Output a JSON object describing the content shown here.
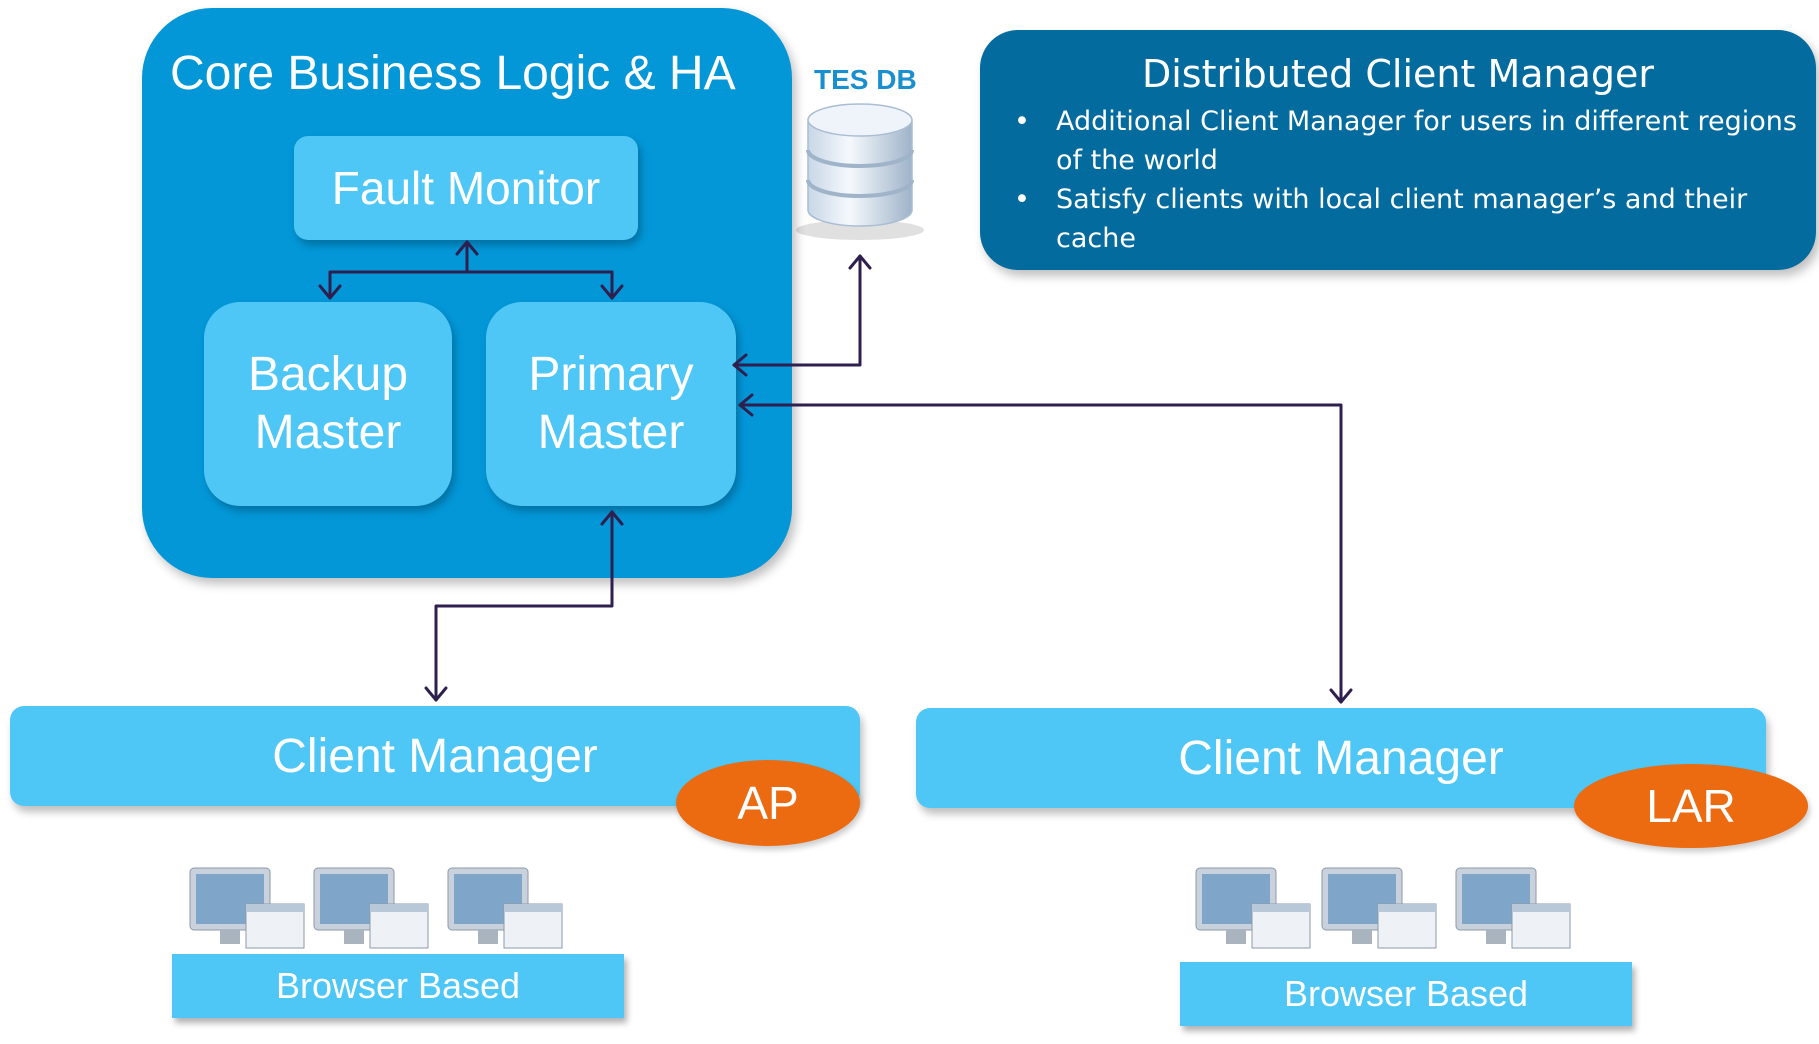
{
  "core": {
    "title": "Core Business Logic & HA",
    "fault_monitor": "Fault Monitor",
    "backup_master": "Backup Master",
    "primary_master": "Primary Master"
  },
  "database": {
    "label": "TES DB",
    "icon": "database-icon"
  },
  "distributed": {
    "title": "Distributed Client Manager",
    "bullets": [
      "Additional Client Manager for users in different regions of the world",
      "Satisfy clients with local client manager’s and their cache"
    ]
  },
  "client_managers": [
    {
      "label": "Client Manager",
      "region": "AP",
      "browser_label": "Browser Based"
    },
    {
      "label": "Client Manager",
      "region": "LAR",
      "browser_label": "Browser Based"
    }
  ],
  "colors": {
    "core_bg": "#0397d8",
    "box_bg": "#4ec7f6",
    "dcm_bg": "#046b9e",
    "region_bg": "#ec6a10",
    "arrow": "#2e1f4f",
    "db_label": "#1a8fd0"
  },
  "icons": [
    "database-icon",
    "computer-icon"
  ]
}
